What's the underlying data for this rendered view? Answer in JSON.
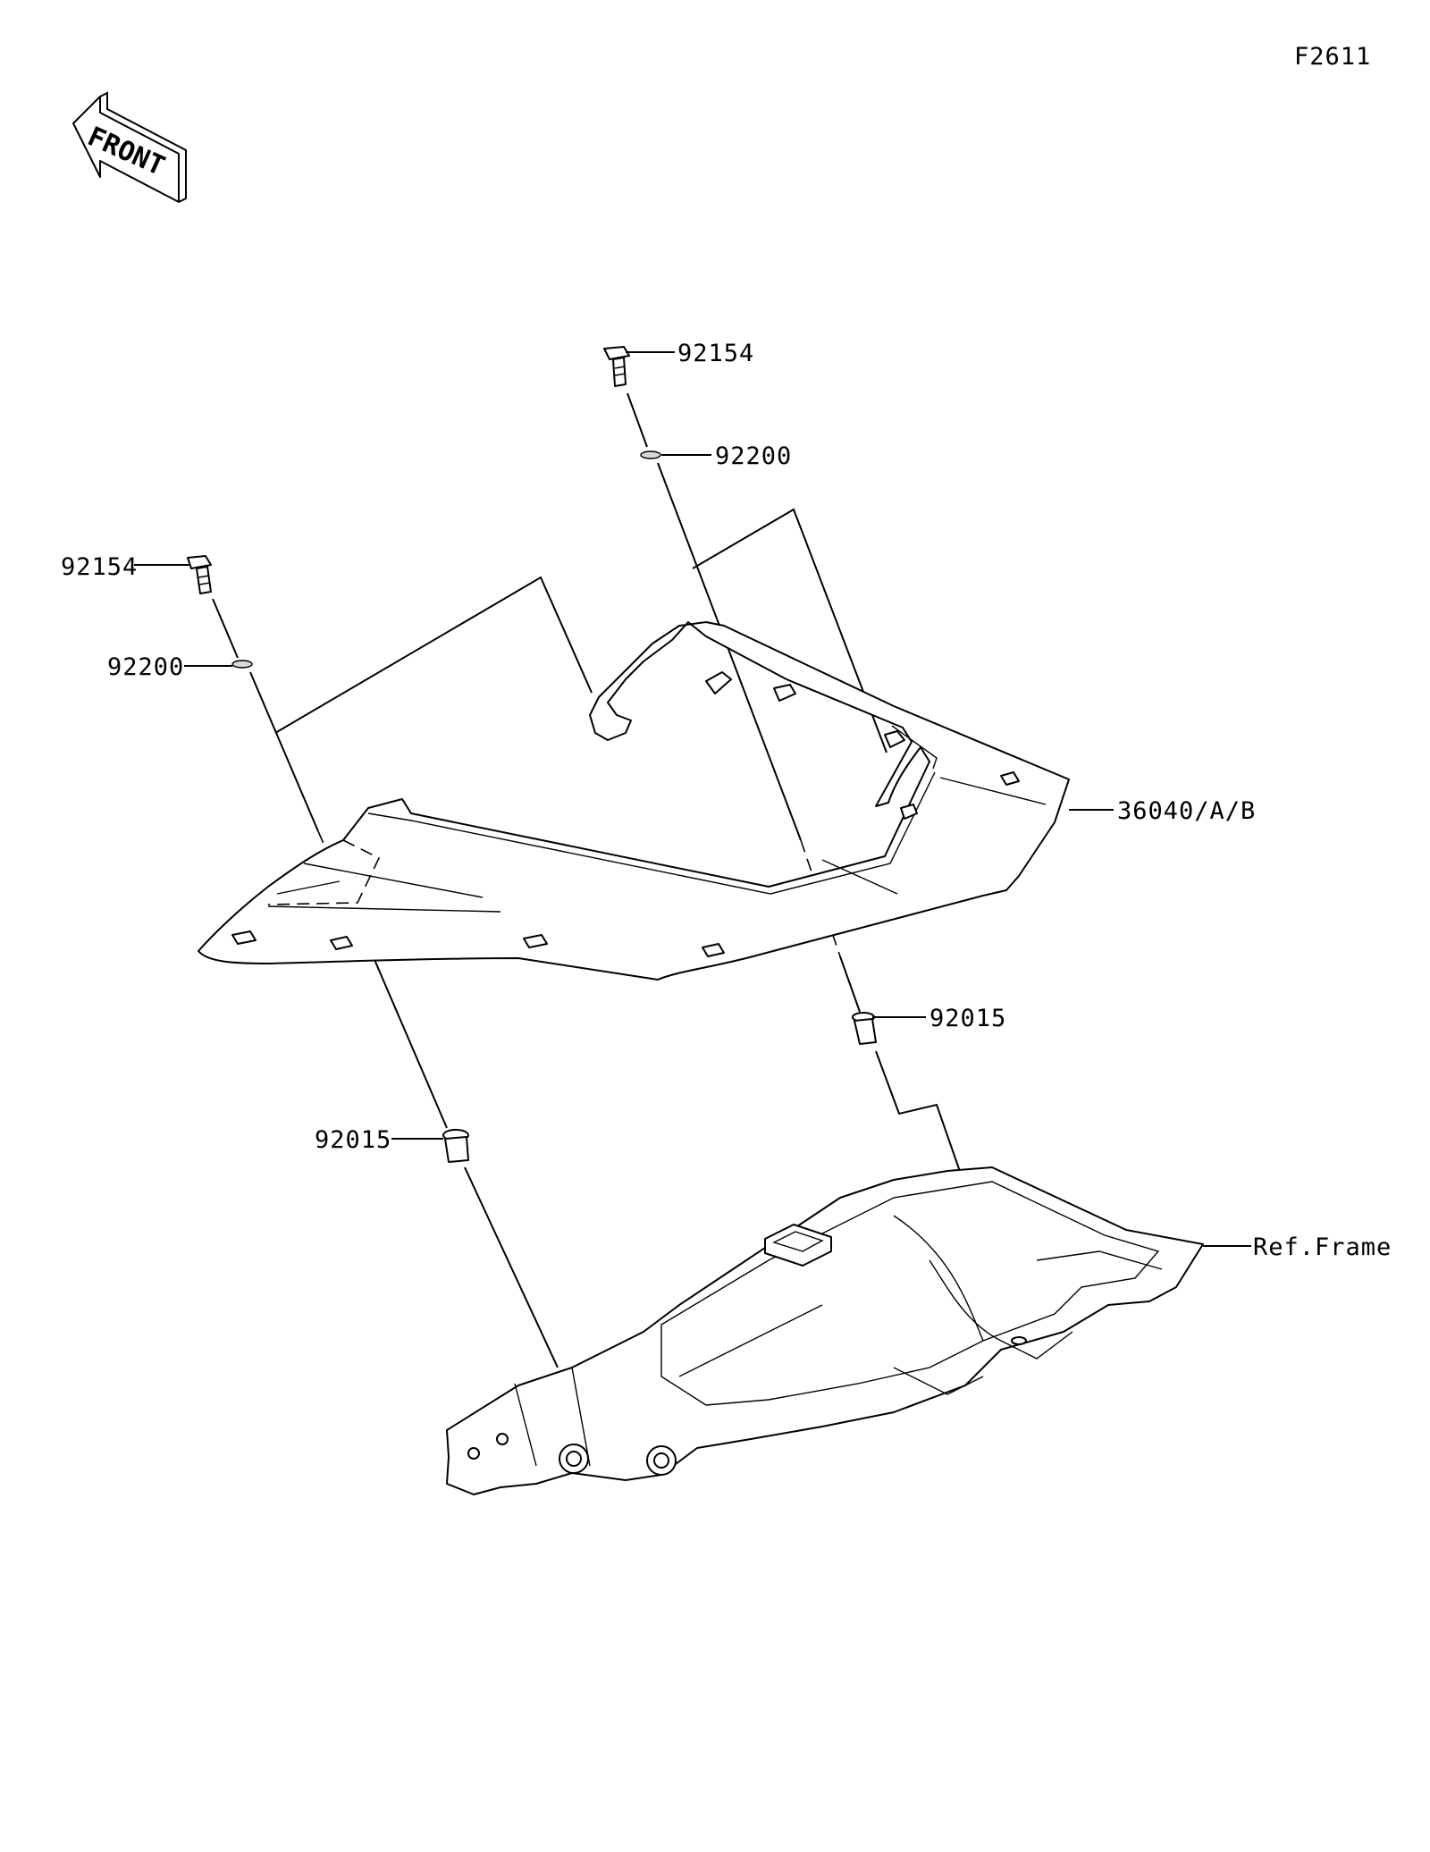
{
  "figure_code": "F2611",
  "front_indicator": {
    "text": "FRONT",
    "icon": "front-direction-arrow-icon"
  },
  "callouts": {
    "bolt_upper": "92154",
    "washer_upper": "92200",
    "bolt_left": "92154",
    "washer_left": "92200",
    "seat_cover": "36040/A/B",
    "collar_right": "92015",
    "collar_left": "92015",
    "ref_frame": "Ref.Frame"
  },
  "colors": {
    "line": "#000000",
    "background": "#ffffff"
  }
}
